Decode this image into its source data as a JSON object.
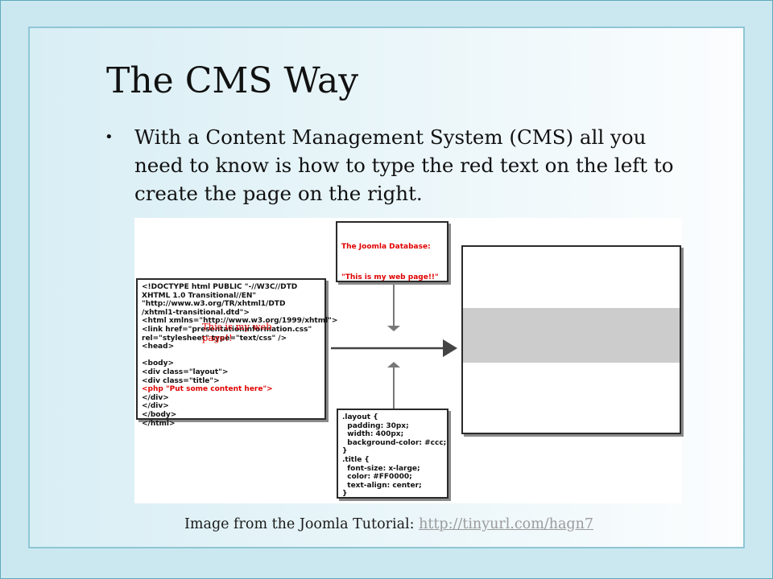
{
  "slide": {
    "title": "The CMS Way",
    "bullet_marker": "•",
    "bullet": "With a Content Management System (CMS) all you need to know is how to type the red text on the left to create the page on the right."
  },
  "diagram": {
    "database_box": {
      "title": "The Joomla Database:",
      "value": "\"This is my web page!!\""
    },
    "html_box": {
      "lines": [
        {
          "text": "<!DOCTYPE html PUBLIC \"-//W3C//DTD",
          "highlight": false
        },
        {
          "text": "XHTML 1.0 Transitional//EN\"",
          "highlight": false
        },
        {
          "text": "\"http://www.w3.org/TR/xhtml1/DTD",
          "highlight": false
        },
        {
          "text": "/xhtml1-transitional.dtd\">",
          "highlight": false
        },
        {
          "text": "<html xmlns=\"http://www.w3.org/1999/xhtml\">",
          "highlight": false
        },
        {
          "text": "<link href=\"presentationinformation.css\"",
          "highlight": false
        },
        {
          "text": "rel=\"stylesheet\" type=\"text/css\" />",
          "highlight": false
        },
        {
          "text": "<head>",
          "highlight": false
        },
        {
          "text": "",
          "highlight": false
        },
        {
          "text": "<body>",
          "highlight": false
        },
        {
          "text": "<div class=\"layout\">",
          "highlight": false
        },
        {
          "text": "<div class=\"title\">",
          "highlight": false
        },
        {
          "text": "<php \"Put some content here\">",
          "highlight": true
        },
        {
          "text": "</div>",
          "highlight": false
        },
        {
          "text": "</div>",
          "highlight": false
        },
        {
          "text": "</body>",
          "highlight": false
        },
        {
          "text": "</html>",
          "highlight": false
        }
      ]
    },
    "css_box": {
      "lines": [
        ".layout {",
        "  padding: 30px;",
        "  width: 400px;",
        "  background-color: #ccc;",
        "}",
        ".title {",
        "  font-size: x-large;",
        "  color: #FF0000;",
        "  text-align: center;",
        "}"
      ]
    },
    "rendered_page": {
      "text": "This is my web page!!",
      "band_color": "#cccccc",
      "text_color": "#e00000"
    }
  },
  "credit": {
    "prefix": "Image from the Joomla Tutorial: ",
    "link": "http://tinyurl.com/hagn7"
  },
  "colors": {
    "frame_border": "#5fa9b9",
    "frame_background": "#cbe8f0",
    "highlight_red": "#e00000",
    "link_gray": "#9b9b9b"
  }
}
